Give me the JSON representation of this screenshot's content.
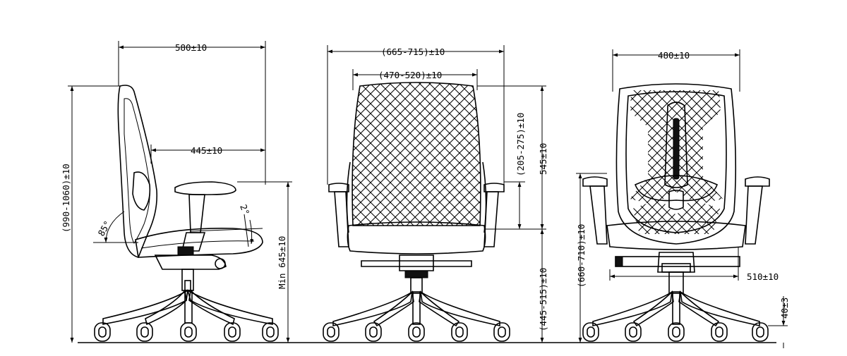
{
  "views": {
    "side": {
      "dims": {
        "depth": "580±10",
        "arm_depth": "445±10",
        "height": "(990-1060)±10",
        "seat_height": "Min 645±10",
        "recline": "85°",
        "tilt": "2°"
      }
    },
    "front": {
      "dims": {
        "overall_width": "(665-715)±10",
        "back_width": "(470-520)±10",
        "arm_height": "(205-275)±10",
        "back_height": "545±10",
        "seat_floor": "(445-515)±10"
      }
    },
    "back": {
      "dims": {
        "width": "480±10",
        "arm_floor": "(660-710)±10",
        "seat_width": "510±10",
        "caster": "40±3"
      }
    }
  },
  "colors": {
    "line": "#000000",
    "background": "#ffffff"
  }
}
